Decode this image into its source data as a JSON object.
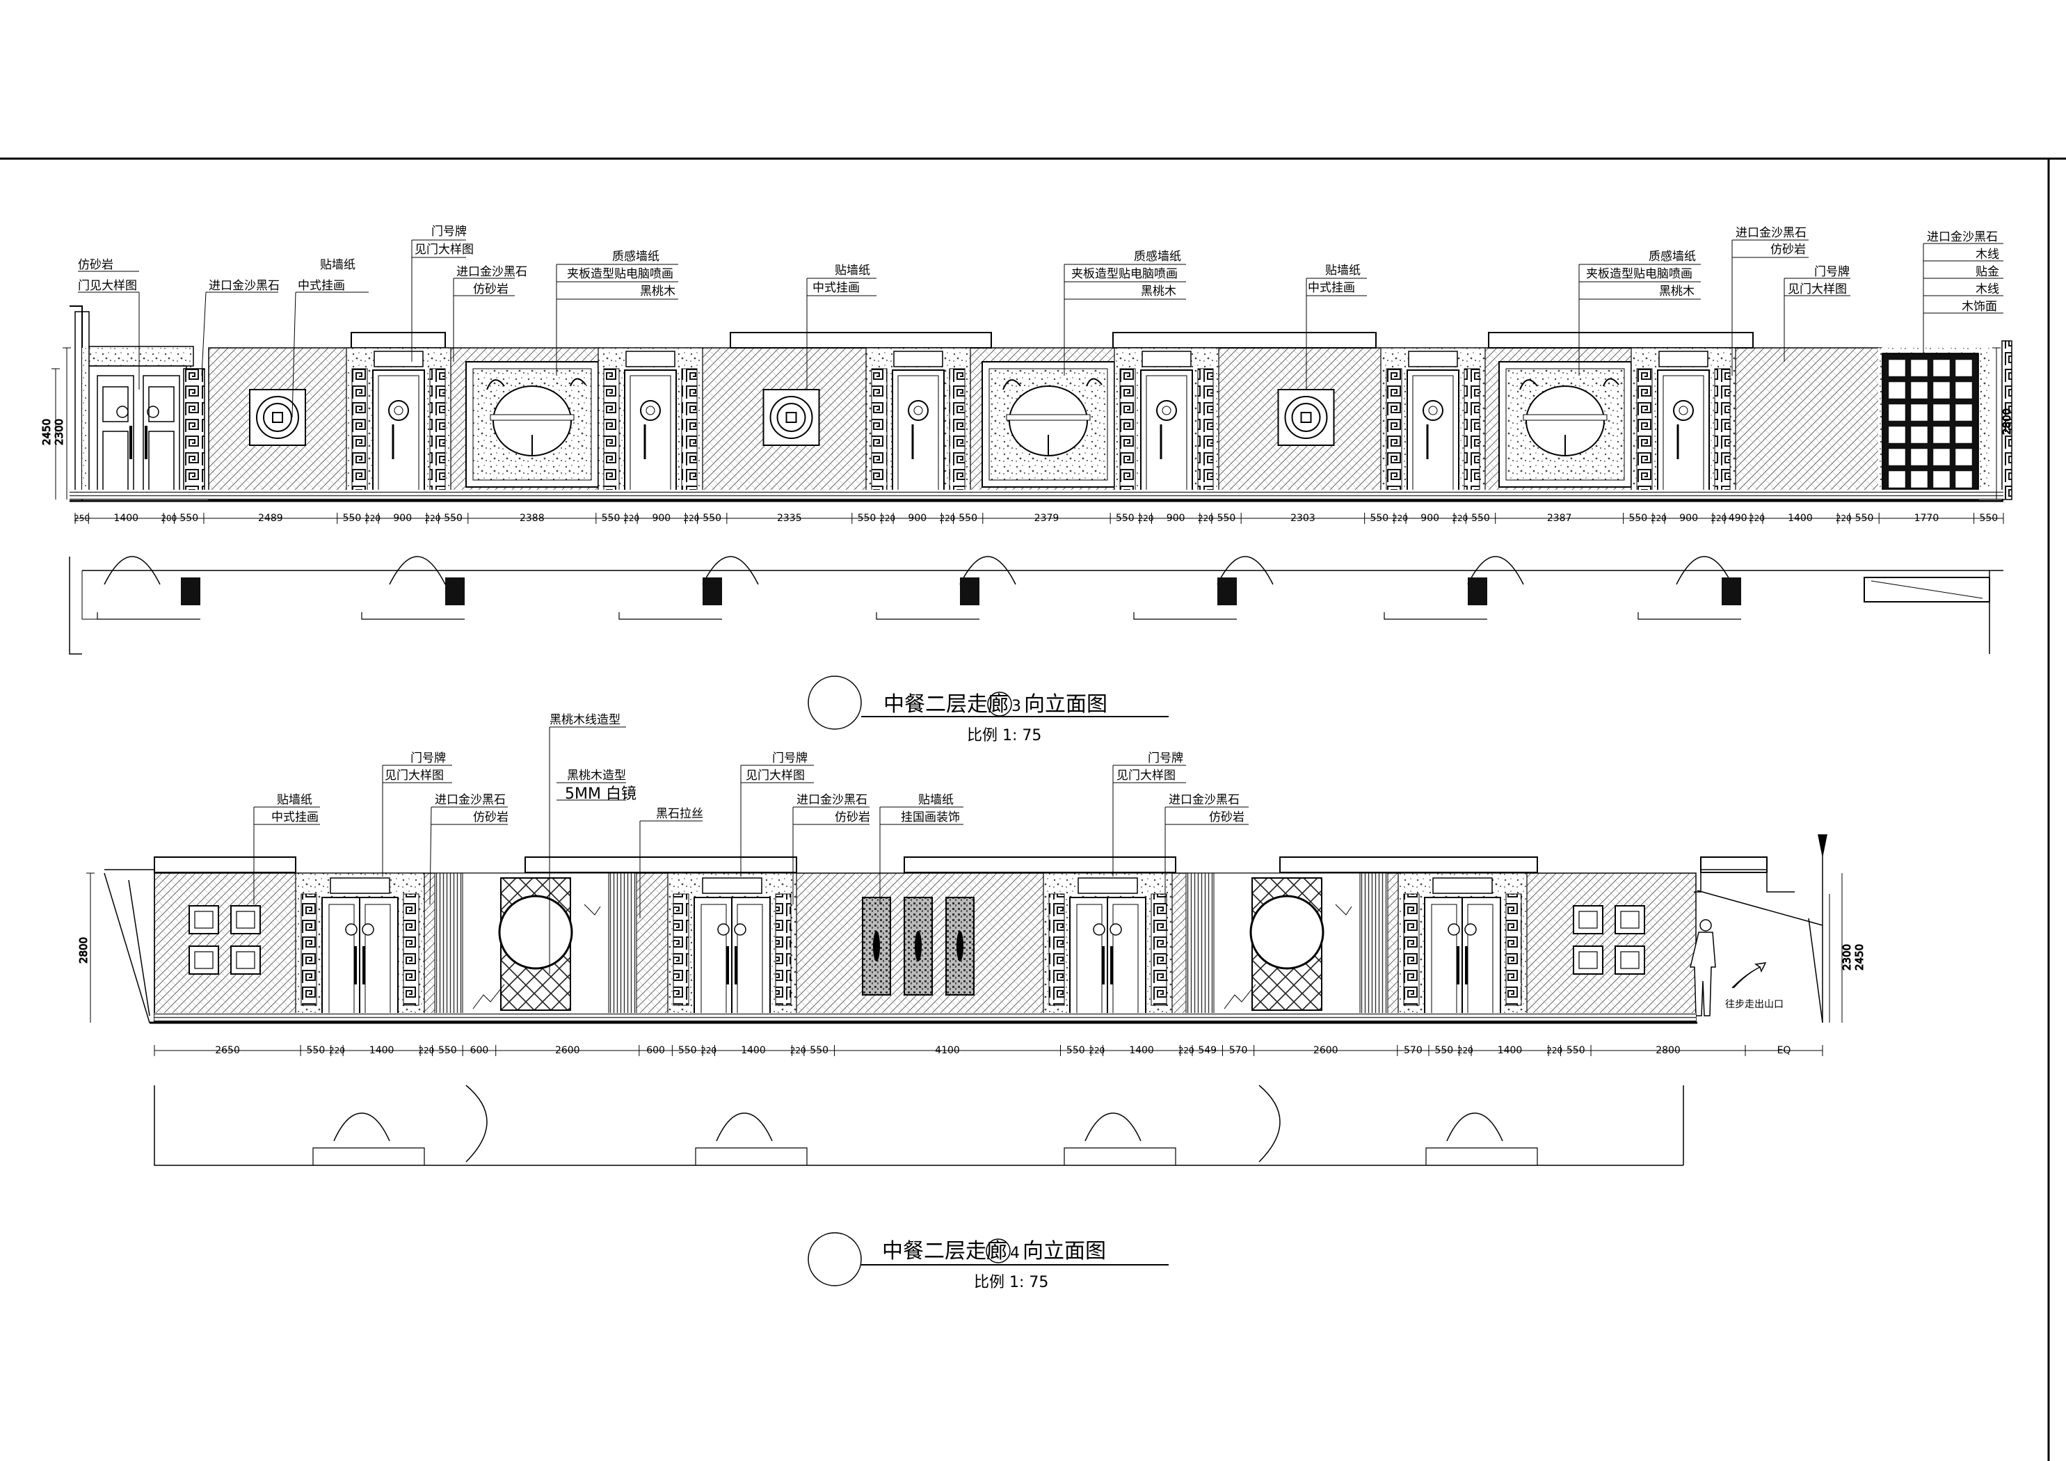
{
  "elevation_3": {
    "title": "中餐二层走廊",
    "circle_number": "3",
    "title_suffix": "向立面图",
    "scale": "比例 1: 75",
    "height_dims": [
      "2450",
      "2300",
      "2800"
    ],
    "dims": [
      "250",
      "1400",
      "200",
      "550",
      "2489",
      "550",
      "220",
      "900",
      "220",
      "550",
      "2388",
      "550",
      "220",
      "900",
      "220",
      "550",
      "2335",
      "550",
      "220",
      "900",
      "220",
      "550",
      "2379",
      "550",
      "220",
      "900",
      "220",
      "550",
      "2303",
      "550",
      "220",
      "900",
      "220",
      "550",
      "2387",
      "550",
      "220",
      "900",
      "220",
      "490",
      "220",
      "1400",
      "220",
      "550",
      "1770",
      "550"
    ],
    "labels": {
      "fangshayan": "仿砂岩",
      "menxian_datuyang": "门见大样图",
      "jinkou_jinsha": "进口金沙黑石",
      "tieqiangzhi": "贴墙纸",
      "zhongshi_guahua": "中式挂画",
      "menhaopai": "门号牌",
      "jianmen_datu": "见门大样图",
      "zhigan_qiangzhi": "质感墙纸",
      "jiaban": "夹板造型贴电脑喷画",
      "heitaomu": "黑桃木",
      "muxian": "木线",
      "tiejin": "贴金",
      "mu_shimian": "木饰面"
    }
  },
  "elevation_4": {
    "title": "中餐二层走廊",
    "circle_number": "4",
    "title_suffix": "向立面图",
    "scale": "比例 1: 75",
    "height_dims": [
      "2800",
      "2300",
      "2450"
    ],
    "dims": [
      "2650",
      "550",
      "220",
      "1400",
      "220",
      "550",
      "600",
      "2600",
      "600",
      "550",
      "220",
      "1400",
      "220",
      "550",
      "4100",
      "550",
      "220",
      "1400",
      "220",
      "549",
      "570",
      "2600",
      "570",
      "550",
      "220",
      "1400",
      "220",
      "550",
      "2800",
      "EQ"
    ],
    "labels": {
      "tieqiangzhi": "贴墙纸",
      "zhongshi_guahua": "中式挂画",
      "menhaopai": "门号牌",
      "jianmen_datu": "见门大样图",
      "jinkou_jinsha": "进口金沙黑石",
      "fangshayan": "仿砂岩",
      "heitaomu_xianzaoxing": "黑桃木线造型",
      "heitaomu_zaoxing": "黑桃木造型",
      "mirror": "5MM 白镜",
      "heishi_lasi": "黑石拉丝",
      "guaguohua": "挂国画装饰",
      "stair_note": "往步走出山口"
    }
  }
}
